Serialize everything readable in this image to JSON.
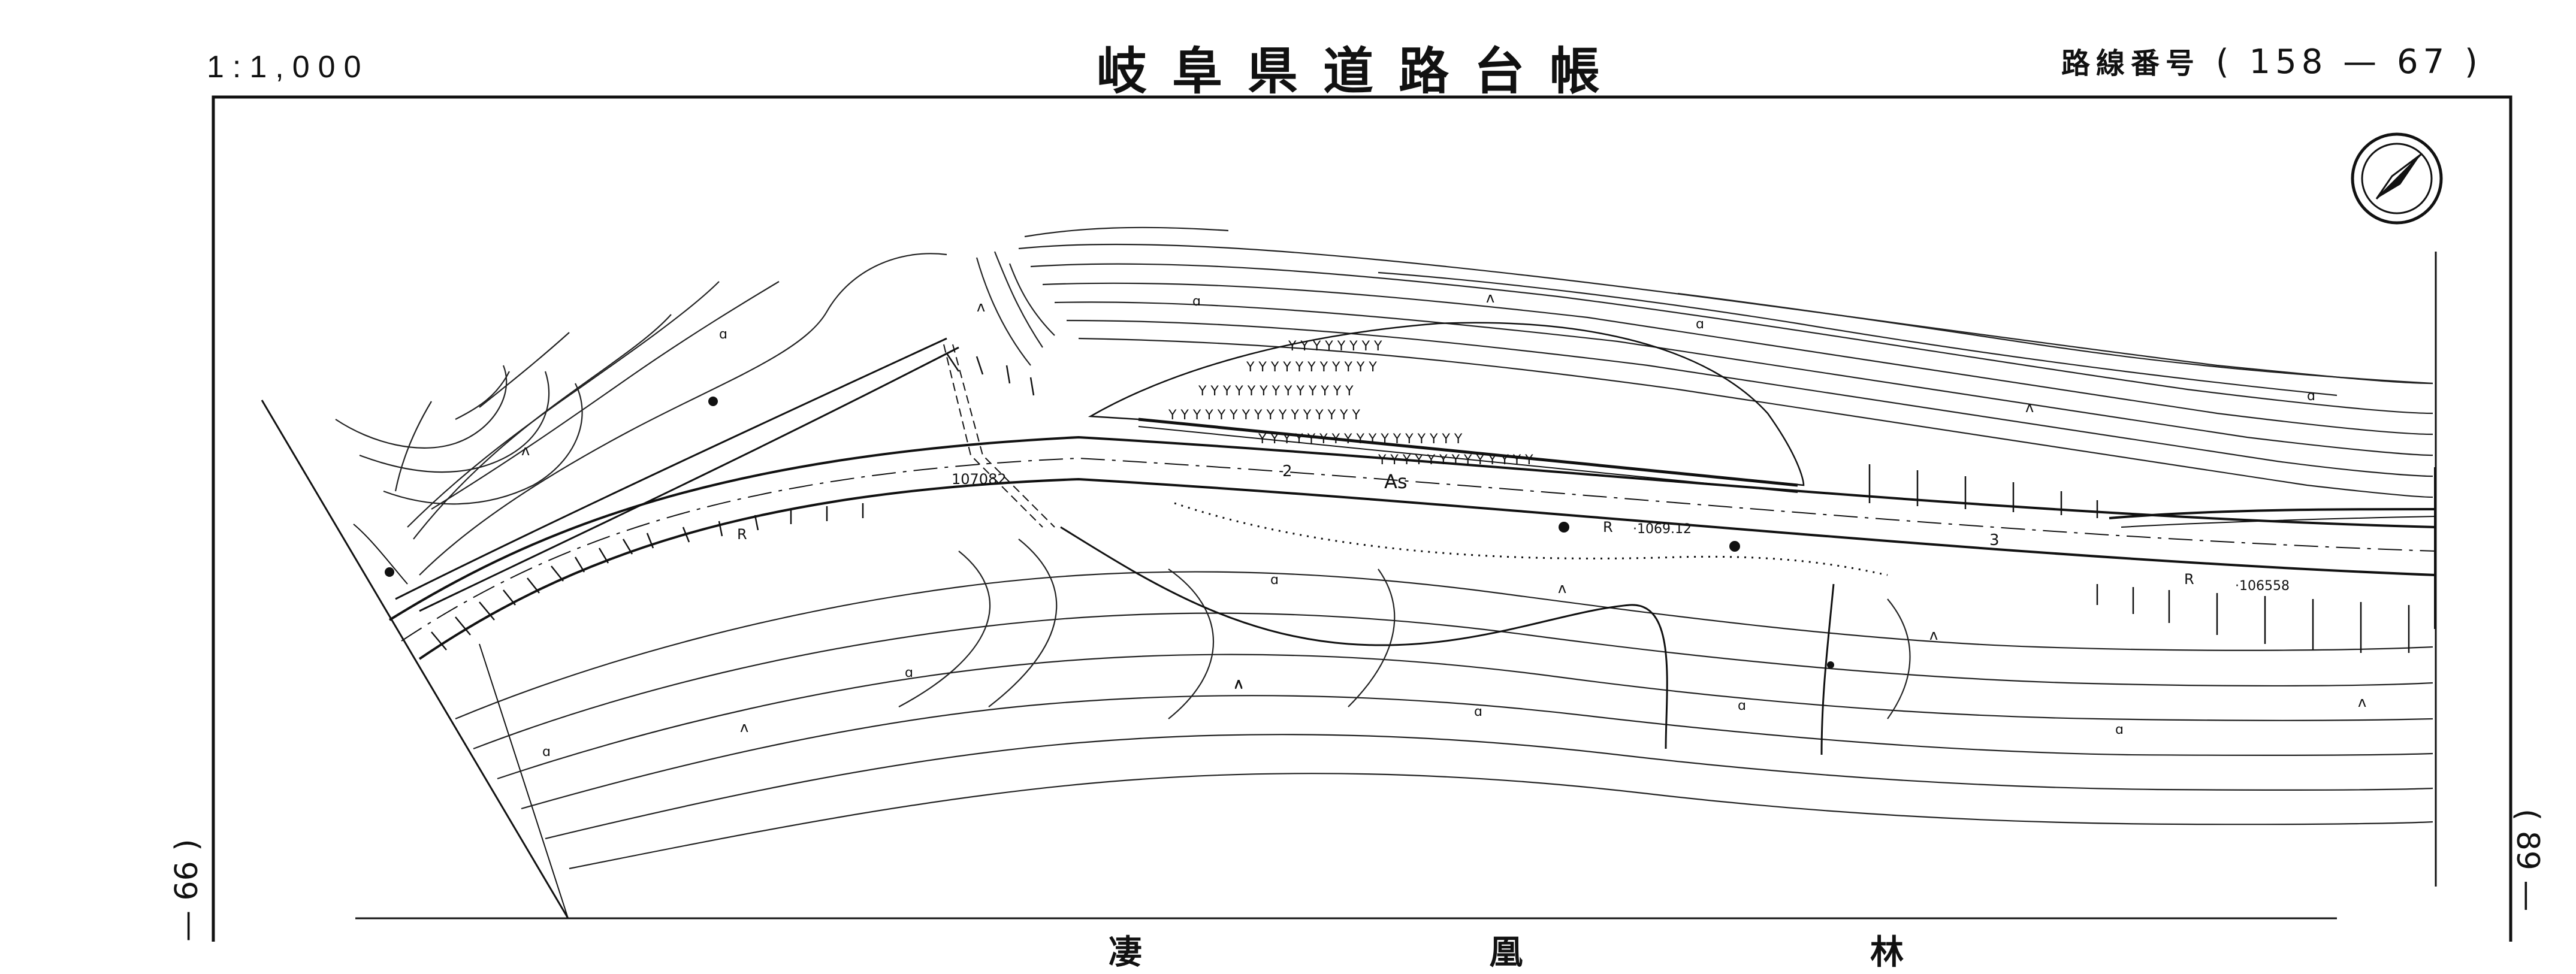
{
  "header": {
    "scale": "1:1,000",
    "title": "岐阜県道路台帳",
    "route_label": "路線番号",
    "route_number": "( 158 — 67 )"
  },
  "adjacent_sheets": {
    "left": "— 66 )",
    "right": "( 89 —"
  },
  "map": {
    "surface_label": "As",
    "station_labels": [
      "2",
      "3"
    ],
    "elevations": [
      "107082",
      "·1069.12",
      "·106558"
    ],
    "edge_markers": [
      "R",
      "R",
      "R"
    ],
    "vegetation_symbols": [
      "ʌ",
      "ɑ"
    ],
    "north_icon": "north-arrow-icon"
  },
  "bottom_text": "凄 凰 林"
}
